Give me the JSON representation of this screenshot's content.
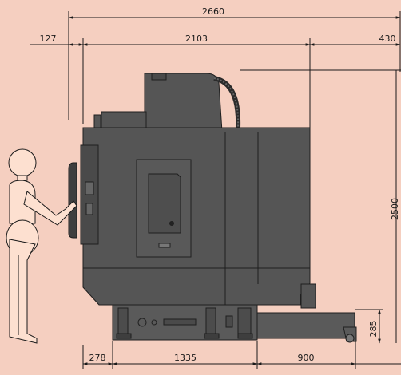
{
  "colors": {
    "background": "#f5cfc0",
    "machine": "#555555",
    "machine_outline": "#1f1f1f",
    "dimension_line": "#1a1a1a",
    "figure_fill": "#fde0d0"
  },
  "dimensions": {
    "overall_width": "2660",
    "front_offset": "127",
    "body_width": "2103",
    "rear_offset": "430",
    "height": "2500",
    "base_height": "285",
    "front_base": "278",
    "base_middle": "1335",
    "base_rear": "900"
  },
  "figure": {
    "type": "human-operator-icon"
  },
  "machine": {
    "type": "machining-center-side-view"
  }
}
